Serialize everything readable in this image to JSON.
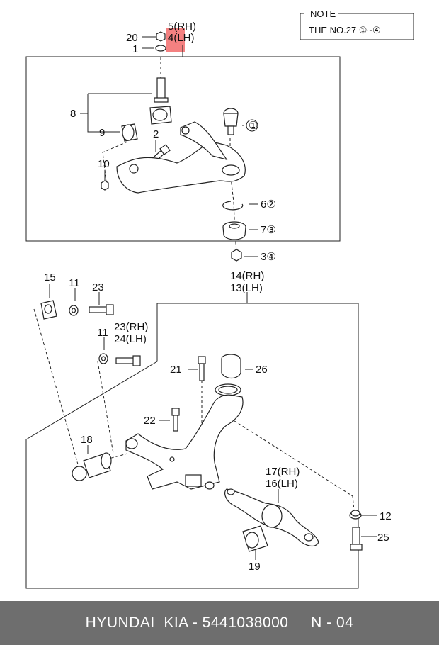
{
  "note": {
    "title": "NOTE",
    "text": "THE NO.27 ①~④"
  },
  "callouts": {
    "p20": "20",
    "p1": "1",
    "p5": "5(RH)",
    "p4": "4(LH)",
    "p8": "8",
    "p9": "9",
    "p2": "2",
    "p10": "10",
    "p6": "6②",
    "p7": "7③",
    "p3": "3④",
    "c1": "①",
    "p15": "15",
    "p11a": "11",
    "p23a": "23",
    "p14": "14(RH)",
    "p13": "13(LH)",
    "p11b": "11",
    "p23b": "23(RH)",
    "p24": "24(LH)",
    "p21": "21",
    "p26": "26",
    "p22": "22",
    "p18": "18",
    "p17": "17(RH)",
    "p16": "16(LH)",
    "p12": "12",
    "p25": "25",
    "p19": "19"
  },
  "footer": {
    "text": "HYUNDAI  KIA - 5441038000     N - 04"
  },
  "colors": {
    "highlight": "#f26b6b",
    "footer_bg": "#6e6e6e",
    "line": "#222222"
  }
}
